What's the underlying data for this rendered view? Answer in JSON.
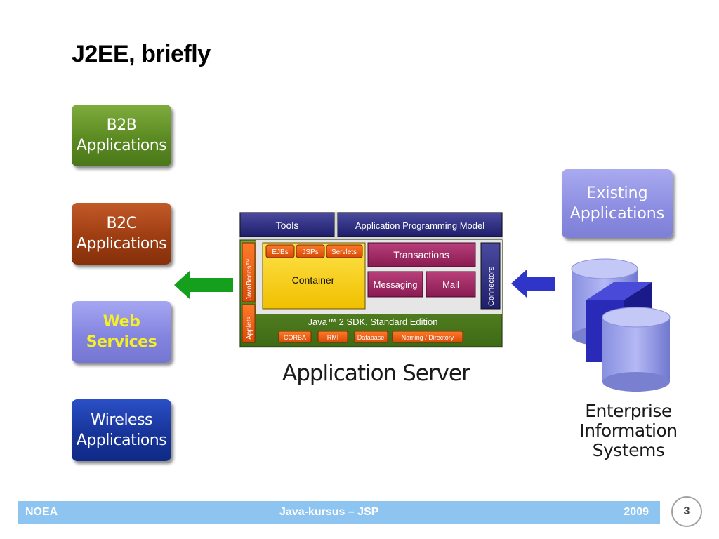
{
  "slide": {
    "title": "J2EE, briefly"
  },
  "clients": [
    {
      "line1": "B2B",
      "line2": "Applications"
    },
    {
      "line1": "B2C",
      "line2": "Applications"
    },
    {
      "line1": "Web",
      "line2": "Services"
    },
    {
      "line1": "Wireless",
      "line2": "Applications"
    }
  ],
  "server": {
    "tools": "Tools",
    "apm": "Application Programming Model",
    "javabeans": "JavaBeans™",
    "applets": "Applets",
    "ejbs": "EJBs",
    "jsps": "JSPs",
    "servlets": "Servlets",
    "container": "Container",
    "transactions": "Transactions",
    "messaging": "Messaging",
    "mail": "Mail",
    "connectors": "Connectors",
    "sdk": "Java™ 2 SDK, Standard Edition",
    "corba": "CORBA",
    "rmi": "RMI",
    "database": "Database",
    "naming": "Naming / Directory",
    "label": "Application Server"
  },
  "existing": {
    "line1": "Existing",
    "line2": "Applications"
  },
  "eis": {
    "line1": "Enterprise",
    "line2": "Information",
    "line3": "Systems"
  },
  "footer": {
    "left": "NOEA",
    "center": "Java-kursus – JSP",
    "right": "2009",
    "page": "3"
  },
  "colors": {
    "arrow_left": "#14a01c",
    "arrow_right": "#2f35c8",
    "footer_bar": "#8ec4f0"
  }
}
